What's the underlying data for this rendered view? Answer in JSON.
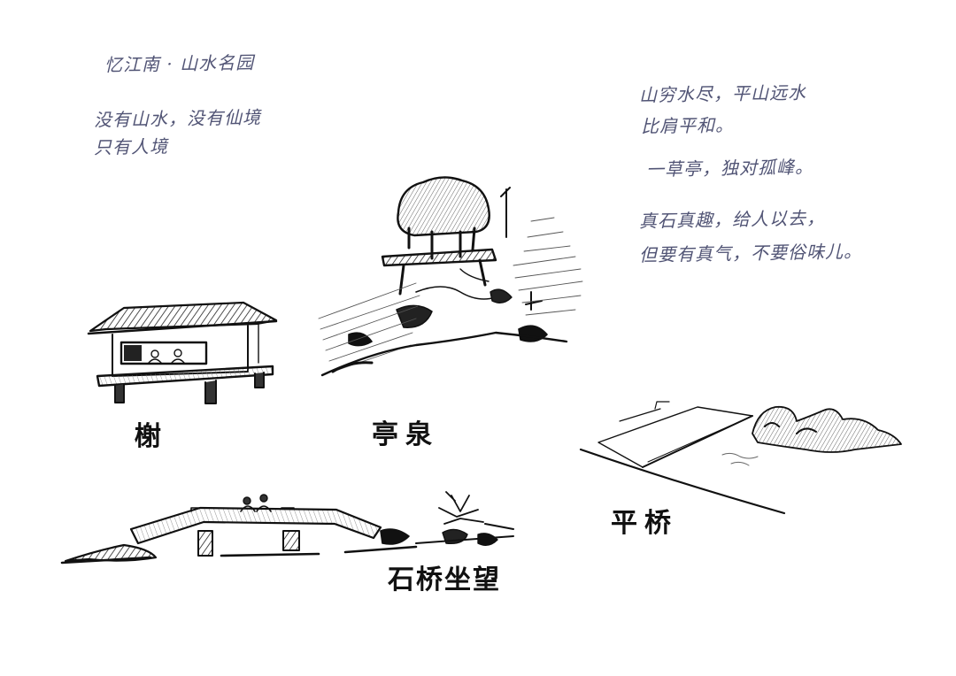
{
  "notes_left": [
    "忆江南 · 山水名园",
    "没有山水，没有仙境",
    "只有人境"
  ],
  "notes_right": [
    "山穷水尽，平山远水",
    "比肩平和。",
    "一草亭，独对孤峰。",
    "真石真趣，给人以去，",
    "但要有真气，不要俗味儿。"
  ],
  "captions": {
    "pavilion": "榭",
    "spring": "亭泉",
    "flat_bridge": "平桥",
    "stone_bridge": "石桥坐望"
  },
  "colors": {
    "ink": "#111111",
    "note_ink": "#2b2f57",
    "paper": "#ffffff"
  }
}
